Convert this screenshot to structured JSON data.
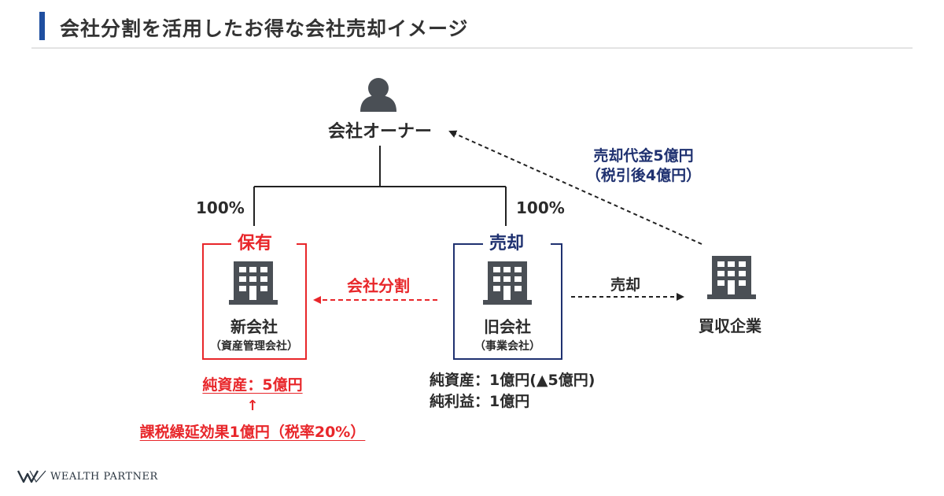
{
  "header": {
    "title": "会社分割を活用したお得な会社売却イメージ"
  },
  "owner": {
    "label": "会社オーナー",
    "icon": "person-icon"
  },
  "ownership": {
    "left_pct": "100%",
    "right_pct": "100%"
  },
  "sale_price": {
    "line1": "売却代金5億円",
    "line2": "（税引後4億円）"
  },
  "new_company": {
    "tag": "保有",
    "name": "新会社",
    "subtitle": "（資産管理会社）",
    "net_assets": "純資産：5億円",
    "arrow": "↑",
    "tax_effect": "課税繰延効果1億円（税率20%）",
    "icon": "building-icon"
  },
  "split": {
    "label": "会社分割"
  },
  "old_company": {
    "tag": "売却",
    "name": "旧会社",
    "subtitle": "（事業会社）",
    "net_assets": "純資産：1億円(▲5億円)",
    "net_income": "純利益：1億円",
    "icon": "building-icon"
  },
  "sale": {
    "label": "売却"
  },
  "buyer": {
    "name": "買収企業",
    "icon": "building-icon"
  },
  "brand": {
    "name": "WEALTH PARTNER",
    "icon": "wealth-partner-logo-icon"
  },
  "colors": {
    "accent": "#1f4fa0",
    "navy": "#1f3170",
    "red": "#e8262a",
    "icon_gray": "#4a4f55"
  }
}
